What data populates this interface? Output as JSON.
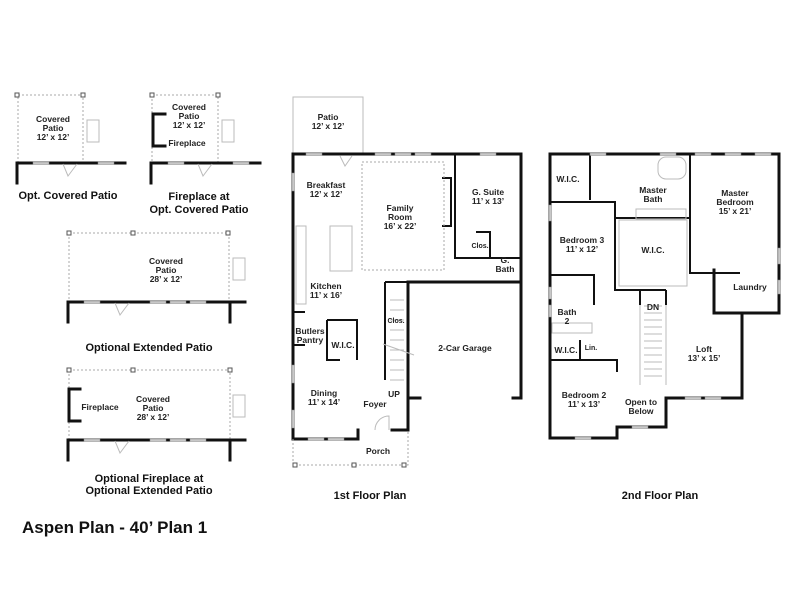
{
  "title": "Aspen Plan - 40’ Plan 1",
  "options": [
    {
      "caption": [
        "Opt. Covered Patio"
      ],
      "room": [
        "Covered",
        "Patio",
        "12’ x 12’"
      ]
    },
    {
      "caption": [
        "Fireplace at",
        "Opt. Covered Patio"
      ],
      "room": [
        "Covered",
        "Patio",
        "12’ x 12’"
      ],
      "fireplace": "Fireplace"
    },
    {
      "caption": [
        "Optional Extended Patio"
      ],
      "room": [
        "Covered",
        "Patio",
        "28’ x 12’"
      ]
    },
    {
      "caption": [
        "Optional Fireplace at",
        "Optional Extended Patio"
      ],
      "room": [
        "Covered",
        "Patio",
        "28’ x 12’"
      ],
      "fireplace": "Fireplace"
    }
  ],
  "first_floor": {
    "caption": "1st Floor Plan",
    "rooms": {
      "patio": [
        "Patio",
        "12’ x 12’"
      ],
      "breakfast": [
        "Breakfast",
        "12’ x 12’"
      ],
      "family": [
        "Family",
        "Room",
        "16’ x 22’"
      ],
      "gsuite": [
        "G. Suite",
        "11’ x 13’"
      ],
      "clos1": "Clos.",
      "gbath": [
        "G.",
        "Bath"
      ],
      "kitchen": [
        "Kitchen",
        "11’ x 16’"
      ],
      "butlers": [
        "Butlers",
        "Pantry"
      ],
      "wic": "W.I.C.",
      "clos2": "Clos.",
      "garage": "2-Car Garage",
      "dining": [
        "Dining",
        "11’ x 14’"
      ],
      "up": "UP",
      "foyer": "Foyer",
      "porch": "Porch"
    }
  },
  "second_floor": {
    "caption": "2nd Floor Plan",
    "rooms": {
      "wic1": "W.I.C.",
      "master_bath": [
        "Master",
        "Bath"
      ],
      "master_bed": [
        "Master",
        "Bedroom",
        "15’ x 21’"
      ],
      "bed3": [
        "Bedroom 3",
        "11’ x 12’"
      ],
      "wic2": "W.I.C.",
      "laundry": "Laundry",
      "dn": "DN",
      "bath2": [
        "Bath",
        "2"
      ],
      "wic3": "W.I.C.",
      "lin": "Lin.",
      "loft": [
        "Loft",
        "13’ x 15’"
      ],
      "bed2": [
        "Bedroom 2",
        "11’ x 13’"
      ],
      "open": [
        "Open to",
        "Below"
      ]
    }
  }
}
